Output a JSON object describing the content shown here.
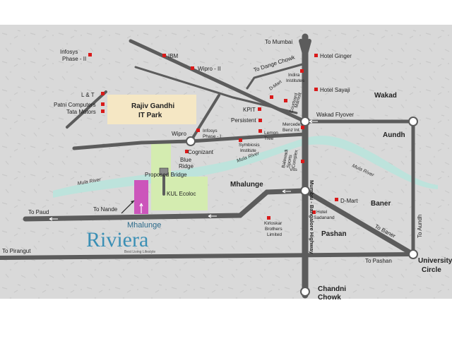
{
  "colors": {
    "background": "#d9d9d9",
    "road": "#5c5c5c",
    "river": "#bde3dc",
    "green_block": "#d4ecb0",
    "it_park": "#f5e7c4",
    "project": "#cc55bb",
    "marker": "#d91a1a",
    "logo": "#3a8fb5"
  },
  "roads": {
    "to_mumbai": "To Mumbai",
    "to_dange_chowk": "To Dange Chowk",
    "wakad_flyover": "Wakad Flyover",
    "to_paud": "To Paud",
    "to_nande": "To Nande",
    "to_pirangut": "To Pirangut",
    "to_pashan": "To Pashan",
    "to_baner": "To Baner",
    "to_aundh": "To Aundh",
    "highway": "Mumbai - Bangalore Highway",
    "proposed_bridge": "Proposed Bridge"
  },
  "rivers": {
    "r1": "Mula River",
    "r2": "Mula River",
    "r3": "Mula River"
  },
  "areas": {
    "wakad": "Wakad",
    "aundh": "Aundh",
    "baner": "Baner",
    "pashan": "Pashan",
    "mhalunge": "Mhalunge",
    "university_circle": [
      "University",
      "Circle"
    ],
    "chandni_chowk": [
      "Chandni",
      "Chowk"
    ]
  },
  "it_park": [
    "Rajiv Gandhi",
    "IT Park"
  ],
  "kul_ecoloc": "KUL Ecoloc",
  "landmarks": {
    "infosys_phase2": [
      "Infosys",
      "Phase - II"
    ],
    "ibm": "IBM",
    "wipro2": "Wipro - II",
    "lt": "L & T",
    "patni": "Patni Computers",
    "tata_motors": "Tata Motors",
    "hotel_ginger": "Hotel Ginger",
    "indira": [
      "Indira",
      "Institutes"
    ],
    "dmart1": "D-Mart",
    "courtyard": [
      "Courtyard",
      "Marriott"
    ],
    "hotel_sayaji": "Hotel Sayaji",
    "kpit": "KPIT",
    "persistent": "Persistent",
    "mercedes": [
      "Mercedes",
      "Benz Int."
    ],
    "lemon_tree": [
      "Lemon",
      "Tree"
    ],
    "symbiosis": [
      "Symbiosis",
      "Institute"
    ],
    "wipro": "Wipro",
    "infosys_phase1": [
      "Infosys",
      "Phase - I"
    ],
    "cognizant": "Cognizant",
    "blue_ridge": [
      "Blue",
      "Ridge"
    ],
    "balewadi": [
      "Balewadi",
      "Sports",
      "Complex"
    ],
    "vits": "Vits",
    "dmart2": "D-Mart",
    "hotel_sadanand": [
      "Hotel",
      "Sadanand"
    ],
    "kirloskar": [
      "Kirloskar",
      "Brothers",
      "Limited"
    ]
  },
  "logo": {
    "subtitle": "Mhalunge",
    "title": "Riviera",
    "tagline": "Best Living Lifestyle"
  }
}
